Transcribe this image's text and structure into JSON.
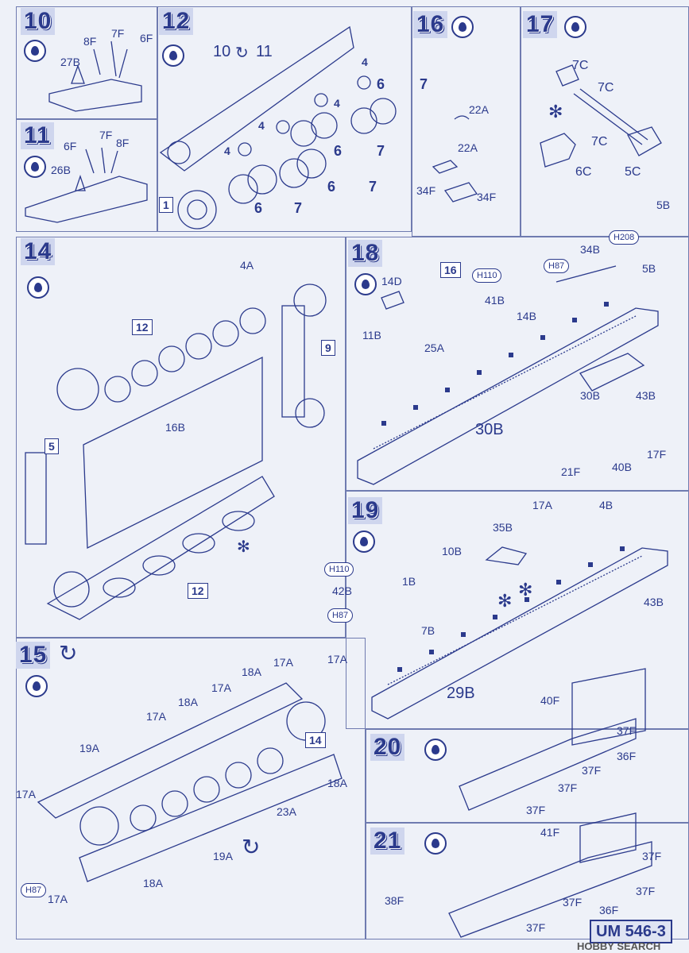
{
  "steps": {
    "s10": {
      "num": "10",
      "labels": [
        "8F",
        "7F",
        "6F",
        "27B"
      ]
    },
    "s11": {
      "num": "11",
      "labels": [
        "6F",
        "7F",
        "8F",
        "26B"
      ]
    },
    "s12": {
      "num": "12",
      "pair_a": "10",
      "pair_b": "11",
      "labels": [
        "4",
        "4",
        "4",
        "4",
        "6",
        "7",
        "6",
        "7",
        "6",
        "7",
        "6",
        "7",
        "1"
      ]
    },
    "s14": {
      "num": "14",
      "labels": [
        "4A",
        "12",
        "9",
        "16B",
        "5",
        "12"
      ]
    },
    "s15": {
      "num": "15",
      "labels": [
        "18A",
        "17A",
        "17A",
        "17A",
        "18A",
        "17A",
        "19A",
        "17A",
        "14",
        "18A",
        "23A",
        "19A",
        "18A",
        "17A"
      ],
      "chip": "H87"
    },
    "s16": {
      "num": "16",
      "labels": [
        "22A",
        "22A",
        "34F",
        "34F"
      ]
    },
    "s17": {
      "num": "17",
      "labels": [
        "7C",
        "7C",
        "7C",
        "6C",
        "5C"
      ]
    },
    "s18": {
      "num": "18",
      "sub": "16",
      "labels": [
        "5B",
        "34B",
        "5B",
        "14D",
        "41B",
        "11B",
        "14B",
        "25A",
        "30B",
        "43B",
        "30B"
      ],
      "chips": [
        "H208",
        "H87",
        "H110"
      ]
    },
    "s19": {
      "num": "19",
      "labels": [
        "17F",
        "21F",
        "40B",
        "17A",
        "4B",
        "35B",
        "10B",
        "1B",
        "42B",
        "7B",
        "43B",
        "29B"
      ],
      "chips": [
        "H110",
        "H87"
      ]
    },
    "s20": {
      "num": "20",
      "labels": [
        "40F",
        "37F",
        "36F",
        "37F",
        "37F",
        "37F"
      ]
    },
    "s21": {
      "num": "21",
      "labels": [
        "41F",
        "37F",
        "38F",
        "37F",
        "37F",
        "36F",
        "37F"
      ]
    }
  },
  "footer": {
    "code": "UM 546-3",
    "watermark": "HOBBY SEARCH"
  },
  "colors": {
    "ink": "#2b3a8c",
    "paper": "#eef1f8"
  }
}
